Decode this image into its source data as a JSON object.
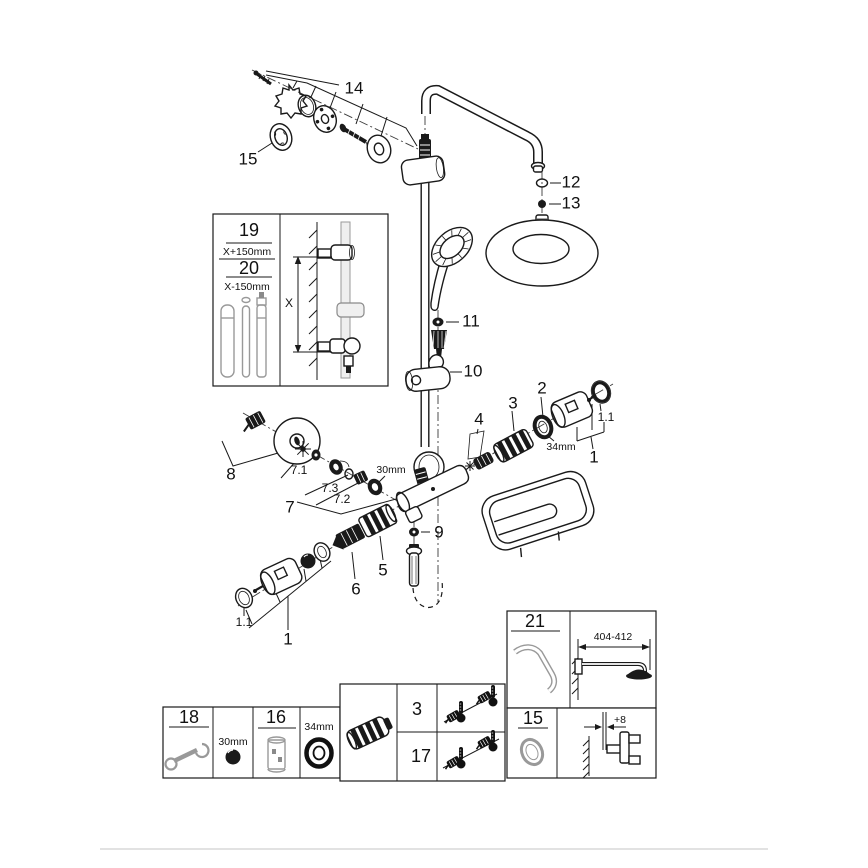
{
  "figure": {
    "kind": "exploded-parts-diagram",
    "subject": "Thermostatic shower system with head shower, hand shower and shower rail"
  },
  "callouts": {
    "p1": "1",
    "p1_1": "1.1",
    "p2": "2",
    "p3": "3",
    "p4": "4",
    "p5": "5",
    "p6": "6",
    "p7": "7",
    "p7_1": "7.1",
    "p7_2": "7.2",
    "p7_3": "7.3",
    "p8": "8",
    "p9": "9",
    "p10": "10",
    "p11": "11",
    "p12": "12",
    "p13": "13",
    "p14": "14",
    "p15": "15",
    "p16": "16",
    "p17": "17",
    "p18": "18",
    "p19": "19",
    "p20": "20",
    "p21": "21"
  },
  "dimensions": {
    "nut_small": "30mm",
    "ring_large": "34mm",
    "rail_plus": "X+150mm",
    "rail_minus": "X-150mm",
    "rail_x": "X",
    "arm_length": "404-412",
    "spacer_offset": "+8"
  }
}
